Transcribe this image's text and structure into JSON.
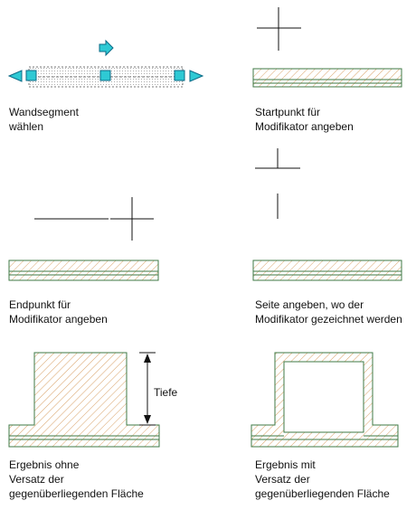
{
  "colors": {
    "hatch": "#d9a36a",
    "wall_line": "#3f7a45",
    "grip": "#2ec9d4",
    "grip_stroke": "#0b6a86",
    "ink": "#111111"
  },
  "captions": {
    "step1": [
      "Wandsegment",
      "wählen"
    ],
    "step2": [
      "Startpunkt für",
      "Modifikator angeben"
    ],
    "step3": [
      "Endpunkt für",
      "Modifikator angeben"
    ],
    "step4": [
      "Seite angeben, wo der",
      "Modifikator gezeichnet werden"
    ],
    "step5": [
      "Ergebnis ohne",
      "Versatz der",
      "gegenüberliegenden Fläche"
    ],
    "step6": [
      "Ergebnis mit",
      "Versatz der",
      "gegenüberliegenden Fläche"
    ]
  },
  "labels": {
    "depth": "Tiefe"
  },
  "icons": {
    "direction_arrow": "arrow-right-icon",
    "grip_end": "triangle-grip-icon",
    "grip_square": "square-grip-icon",
    "crosshair": "crosshair-cursor-icon"
  }
}
